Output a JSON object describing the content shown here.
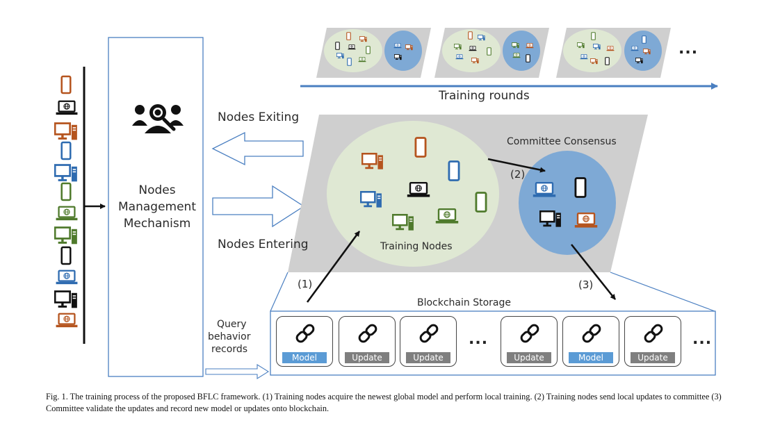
{
  "diagram": {
    "management": {
      "label": "Nodes Management Mechanism"
    },
    "nodes_exiting": "Nodes Exiting",
    "nodes_entering": "Nodes Entering",
    "training_rounds": "Training rounds",
    "committee_consensus": "Committee Consensus",
    "training_nodes": "Training Nodes",
    "step1": "(1)",
    "step2": "(2)",
    "step3": "(3)",
    "blockchain_storage": "Blockchain Storage",
    "query": [
      "Query",
      "behavior",
      "records"
    ],
    "ellipsis": "...",
    "blocks": [
      {
        "label": "Model",
        "kind": "model"
      },
      {
        "label": "Update",
        "kind": "update"
      },
      {
        "label": "Update",
        "kind": "update"
      },
      {
        "label": "Update",
        "kind": "update"
      },
      {
        "label": "Model",
        "kind": "model"
      },
      {
        "label": "Update",
        "kind": "update"
      }
    ],
    "colors": {
      "orange": "#b5541e",
      "blue": "#2e6bb0",
      "green": "#4f7a2c",
      "black": "#111111",
      "model_bar": "#5b9bd5",
      "update_bar": "#7f7f7f",
      "training_circle": "#dfe8d3",
      "committee_circle": "#7ea9d5",
      "panel": "#cfcfcf",
      "outline": "#4a7fc1"
    },
    "icons": [
      "phone-icon",
      "laptop-icon",
      "desktop-icon",
      "chain-link-icon",
      "people-search-icon"
    ]
  },
  "caption": "Fig. 1.  The training process of the proposed BFLC framework. (1) Training nodes acquire the newest global model and perform local training. (2) Training nodes send local updates to committee (3) Committee validate the updates and record new model or updates onto blockchain."
}
